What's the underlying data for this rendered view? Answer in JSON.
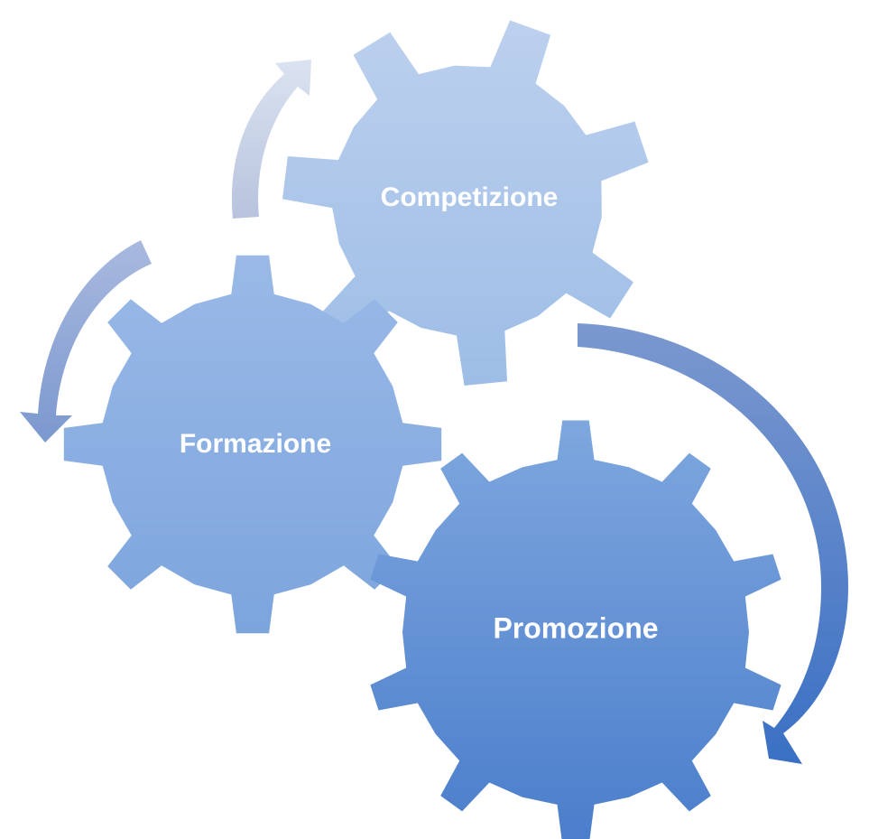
{
  "diagram": {
    "gears": [
      {
        "id": "competizione",
        "label": "Competizione"
      },
      {
        "id": "formazione",
        "label": "Formazione"
      },
      {
        "id": "promozione",
        "label": "Promozione"
      }
    ]
  },
  "colors": {
    "gear_light": "#b4c9ea",
    "gear_mid": "#8caee0",
    "gear_dark": "#4a7dcb",
    "arrow_light": "#d3dcee",
    "arrow_mid": "#97abd9",
    "arrow_dark": "#3f74c4",
    "label": "#ffffff"
  }
}
